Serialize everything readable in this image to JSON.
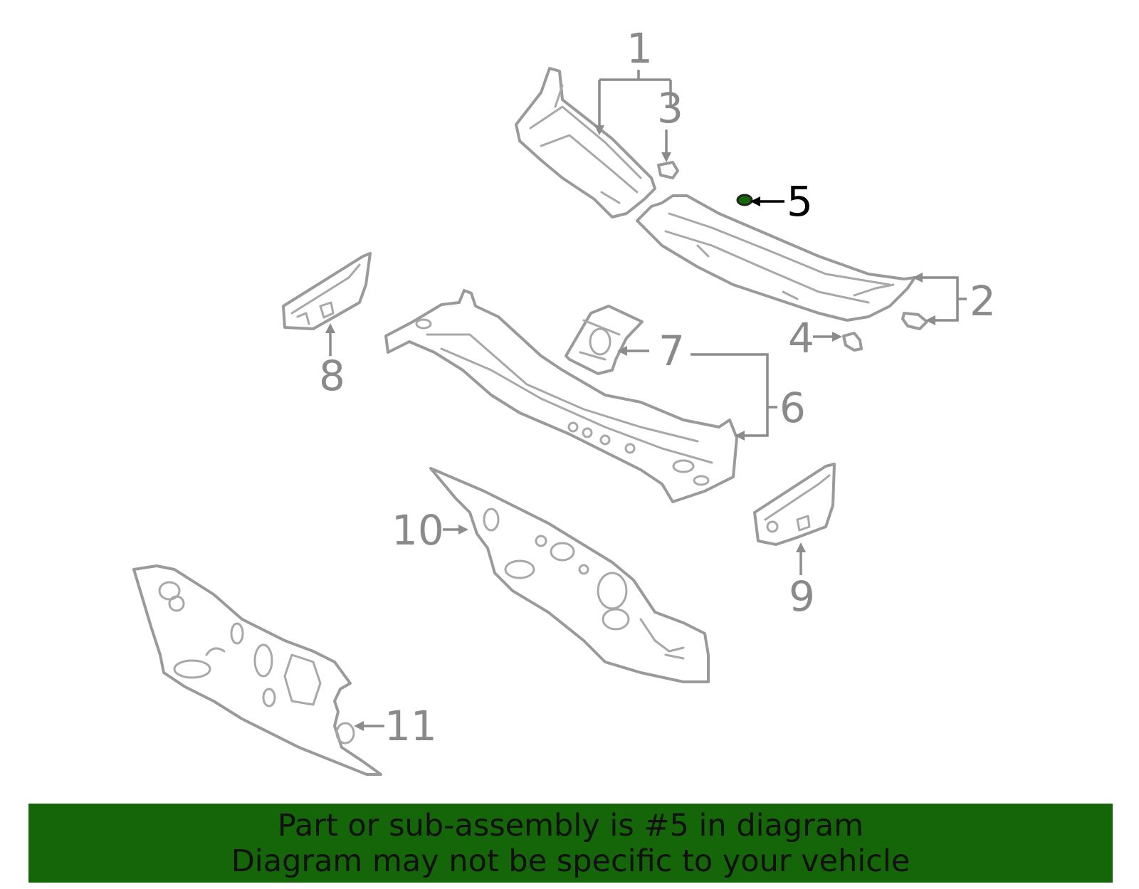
{
  "diagram": {
    "highlighted_part": "5",
    "highlight_color": "#156509",
    "callouts": [
      {
        "id": "c1",
        "label": "1"
      },
      {
        "id": "c2",
        "label": "2"
      },
      {
        "id": "c3",
        "label": "3"
      },
      {
        "id": "c4",
        "label": "4"
      },
      {
        "id": "c5",
        "label": "5"
      },
      {
        "id": "c6",
        "label": "6"
      },
      {
        "id": "c7",
        "label": "7"
      },
      {
        "id": "c8",
        "label": "8"
      },
      {
        "id": "c9",
        "label": "9"
      },
      {
        "id": "c10",
        "label": "10"
      },
      {
        "id": "c11",
        "label": "11"
      }
    ]
  },
  "banner": {
    "line1": "Part or sub-assembly is #5 in diagram",
    "line2": "Diagram may not be specific to your vehicle",
    "background": "#156509"
  }
}
